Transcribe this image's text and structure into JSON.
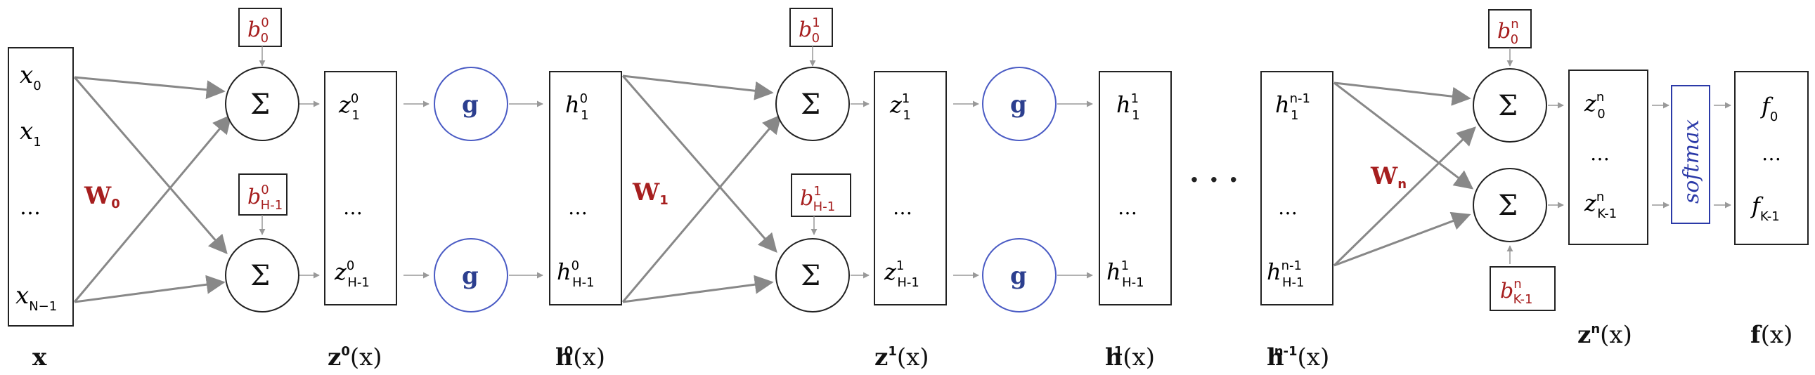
{
  "input": {
    "items": [
      "x",
      "x",
      "…",
      "x"
    ],
    "subs": [
      "0",
      "1",
      "",
      "N−1"
    ],
    "label": "x"
  },
  "weights": {
    "w0": "W",
    "w0_sub": "0",
    "w1": "W",
    "w1_sub": "1",
    "wn": "W",
    "wn_sub": "n"
  },
  "layer0": {
    "bias_top_sup": "0",
    "bias_top_sub": "0",
    "bias_bot_sup": "0",
    "bias_bot_sub": "H-1",
    "z_top_sup": "0",
    "z_top_sub": "1",
    "z_bot_sup": "0",
    "z_bot_sub": "H-1",
    "h_top_sup": "0",
    "h_top_sub": "1",
    "h_bot_sup": "0",
    "h_bot_sub": "H-1",
    "z_label": "z",
    "z_label_sup": "0",
    "h_label": "h",
    "h_label_sup": "0"
  },
  "layer1": {
    "bias_top_sup": "1",
    "bias_top_sub": "0",
    "bias_bot_sup": "1",
    "bias_bot_sub": "H-1",
    "z_top_sup": "1",
    "z_top_sub": "1",
    "z_bot_sup": "1",
    "z_bot_sub": "H-1",
    "h_top_sup": "1",
    "h_top_sub": "1",
    "h_bot_sup": "1",
    "h_bot_sub": "H-1",
    "z_label": "z",
    "z_label_sup": "1",
    "h_label": "h",
    "h_label_sup": "1"
  },
  "layerN1": {
    "h_top_sup": "n-1",
    "h_top_sub": "1",
    "h_bot_sup": "n-1",
    "h_bot_sub": "H-1",
    "h_label": "h",
    "h_label_sup": "n-1"
  },
  "output": {
    "bias_top_sup": "n",
    "bias_top_sub": "0",
    "bias_bot_sup": "n",
    "bias_bot_sub": "K-1",
    "z_top_sup": "n",
    "z_top_sub": "0",
    "z_bot_sup": "n",
    "z_bot_sub": "K-1",
    "z_label": "z",
    "z_label_sup": "n",
    "softmax": "softmax",
    "f_top": "f",
    "f_top_sub": "0",
    "f_bot": "f",
    "f_bot_sub": "K-1",
    "f_label": "f"
  },
  "symbols": {
    "sigma": "Σ",
    "g": "g",
    "ellipsis": "…",
    "mid_dots": "· · ·",
    "arg": "(x)"
  }
}
